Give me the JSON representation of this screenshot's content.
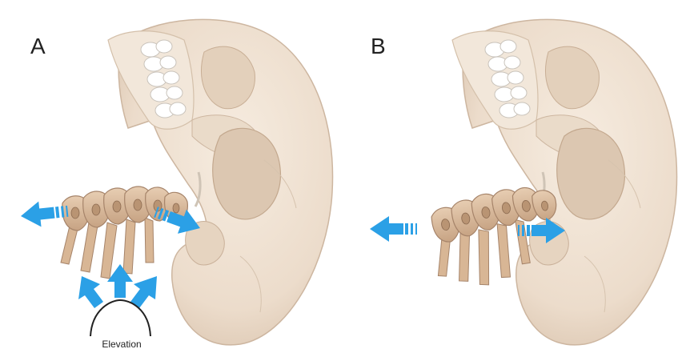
{
  "panels": [
    {
      "id": "A",
      "label": "A",
      "caption": "Elevation"
    },
    {
      "id": "B",
      "label": "B"
    }
  ],
  "colors": {
    "bone": "#efe3d4",
    "bone_shadow": "#d8c6b2",
    "bone_dark": "#b89e86",
    "vertebra": "#d9b99b",
    "vertebra_dark": "#a9876a",
    "teeth": "#ffffff",
    "arrow": "#2ba0e6",
    "outline": "#222222"
  },
  "icons": {
    "arrows": "double-headed-arrow-icon",
    "elevation": "upward-arrow-fan-icon"
  }
}
